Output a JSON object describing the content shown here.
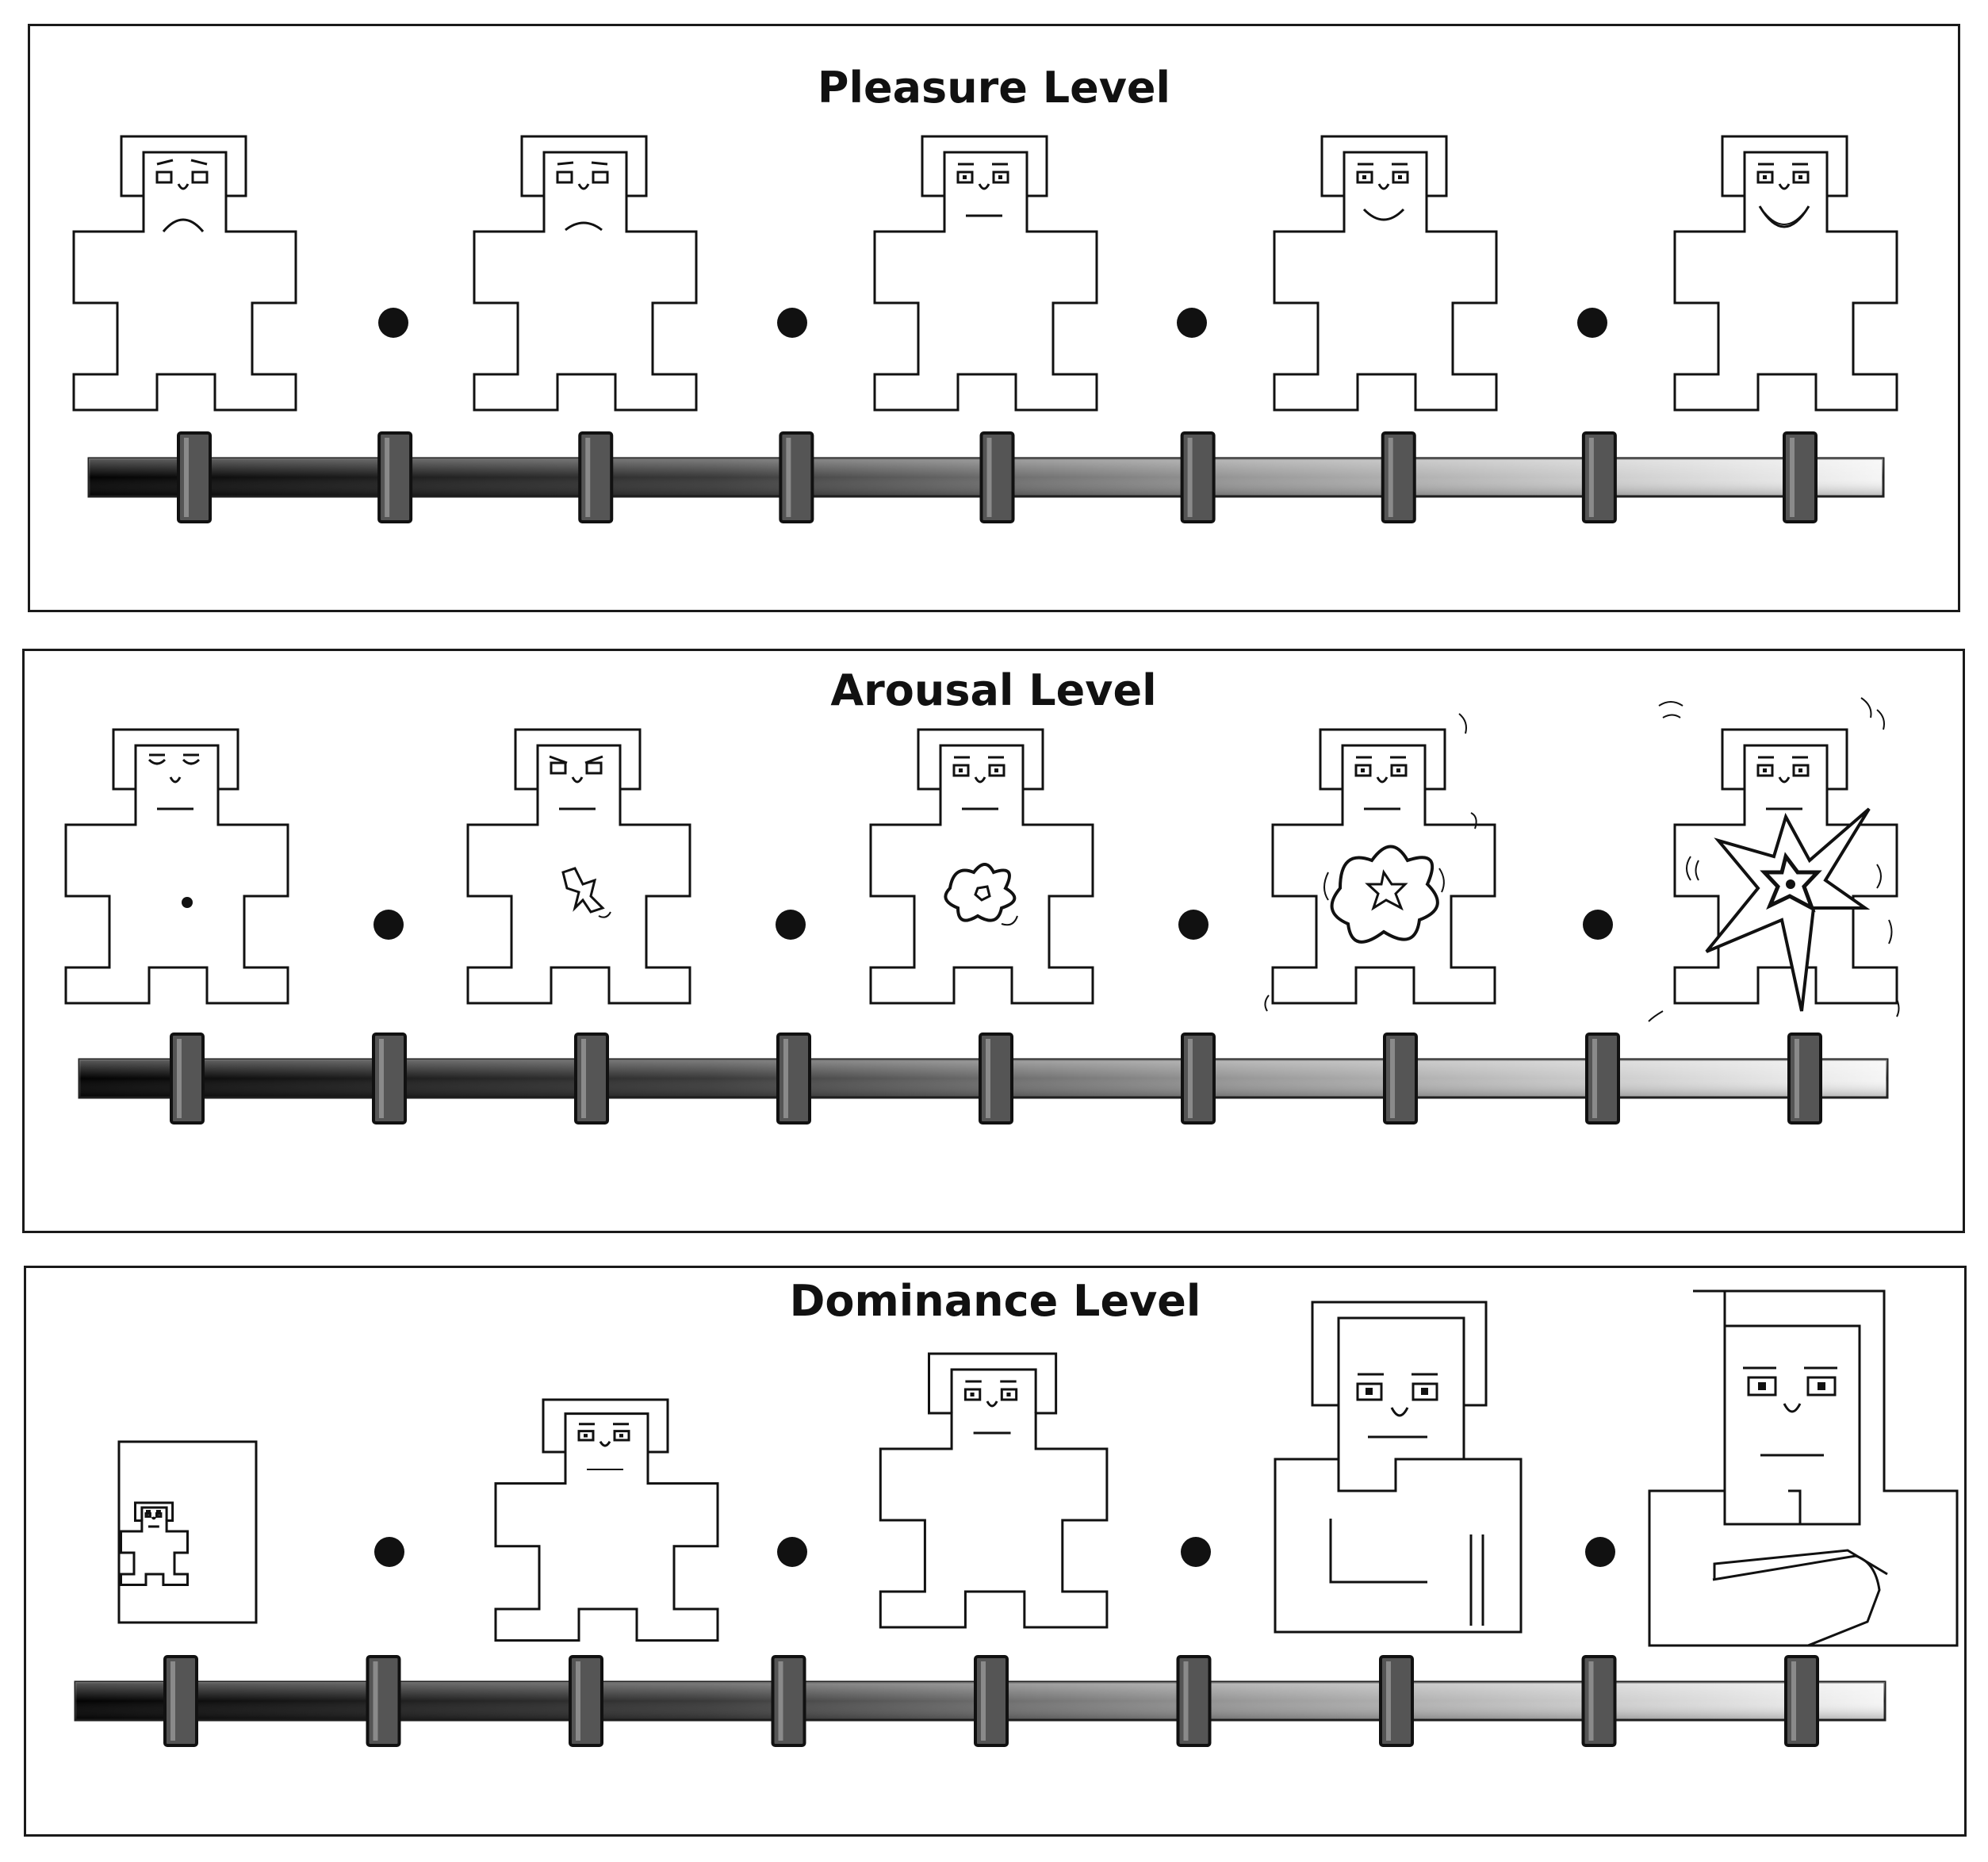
{
  "scales": [
    {
      "id": "pleasure",
      "title": "Pleasure Level",
      "points": 9
    },
    {
      "id": "arousal",
      "title": "Arousal Level",
      "points": 9
    },
    {
      "id": "dominance",
      "title": "Dominance Level",
      "points": 9
    }
  ],
  "colors": {
    "ink": "#111111",
    "marker": "#555555",
    "bar_dark": "#050505",
    "bar_light": "#f2f2f2",
    "dot": "#111111"
  }
}
